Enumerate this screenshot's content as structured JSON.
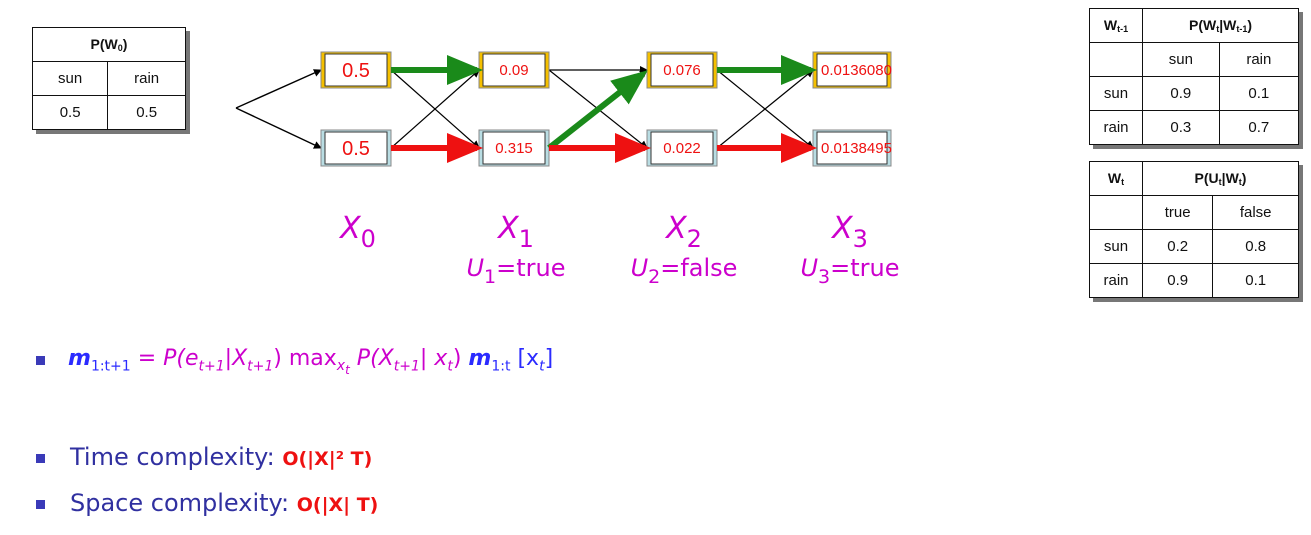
{
  "prior_table": {
    "header": "P(W",
    "header_sub": "0",
    "header_close": ")",
    "cols": [
      "sun",
      "rain"
    ],
    "values": [
      "0.5",
      "0.5"
    ]
  },
  "transition_table": {
    "left_header": "W",
    "left_header_sub": "t-1",
    "header_a": "P(W",
    "header_sub1": "t",
    "header_b": "|W",
    "header_sub2": "t-1",
    "header_c": ")",
    "cols": [
      "sun",
      "rain"
    ],
    "rows": [
      {
        "label": "sun",
        "values": [
          "0.9",
          "0.1"
        ]
      },
      {
        "label": "rain",
        "values": [
          "0.3",
          "0.7"
        ]
      }
    ]
  },
  "emission_table": {
    "left_header": "W",
    "left_header_sub": "t",
    "header_a": "P(U",
    "header_sub1": "t",
    "header_b": "|W",
    "header_sub2": "t",
    "header_c": ")",
    "cols": [
      "true",
      "false"
    ],
    "rows": [
      {
        "label": "sun",
        "values": [
          "0.2",
          "0.8"
        ]
      },
      {
        "label": "rain",
        "values": [
          "0.9",
          "0.1"
        ]
      }
    ]
  },
  "trellis": {
    "sun_values": [
      "0.5",
      "0.09",
      "0.076",
      "0.0136080"
    ],
    "rain_values": [
      "0.5",
      "0.315",
      "0.022",
      "0.0138495"
    ],
    "var_letter": "X",
    "var_subs": [
      "0",
      "1",
      "2",
      "3"
    ],
    "evidence": [
      {
        "letter": "U",
        "sub": "1",
        "text": "=true"
      },
      {
        "letter": "U",
        "sub": "2",
        "text": "=false"
      },
      {
        "letter": "U",
        "sub": "3",
        "text": "=true"
      }
    ],
    "colors": {
      "sun_fill": "#f5c000",
      "rain_fill": "#b9dde3",
      "green_arrow": "#1a8a1a",
      "red_arrow": "#ee1111",
      "value_text": "#ee1111",
      "label_text": "#cc00cc"
    }
  },
  "equation": {
    "m": "m",
    "m_sub": "1:t+1",
    "eq": " = ",
    "p1": "P(e",
    "p1_sub": "t+1",
    "p1_mid": "|X",
    "p1_sub2": "t+1",
    "p1_close": ") ",
    "max": "max",
    "max_sub": "x",
    "max_subsub": "t",
    "p2": " P(X",
    "p2_sub": "t+1",
    "p2_mid": "| x",
    "p2_sub2": "t",
    "p2_close": ") ",
    "m2": "m",
    "m2_sub": "1:t",
    "bracket_open": " [x",
    "bracket_sub": "t",
    "bracket_close": "]"
  },
  "bullets": [
    {
      "label": "Time complexity: ",
      "value": "O(|X|² T)"
    },
    {
      "label": "Space complexity: ",
      "value": "O(|X| T)"
    }
  ]
}
